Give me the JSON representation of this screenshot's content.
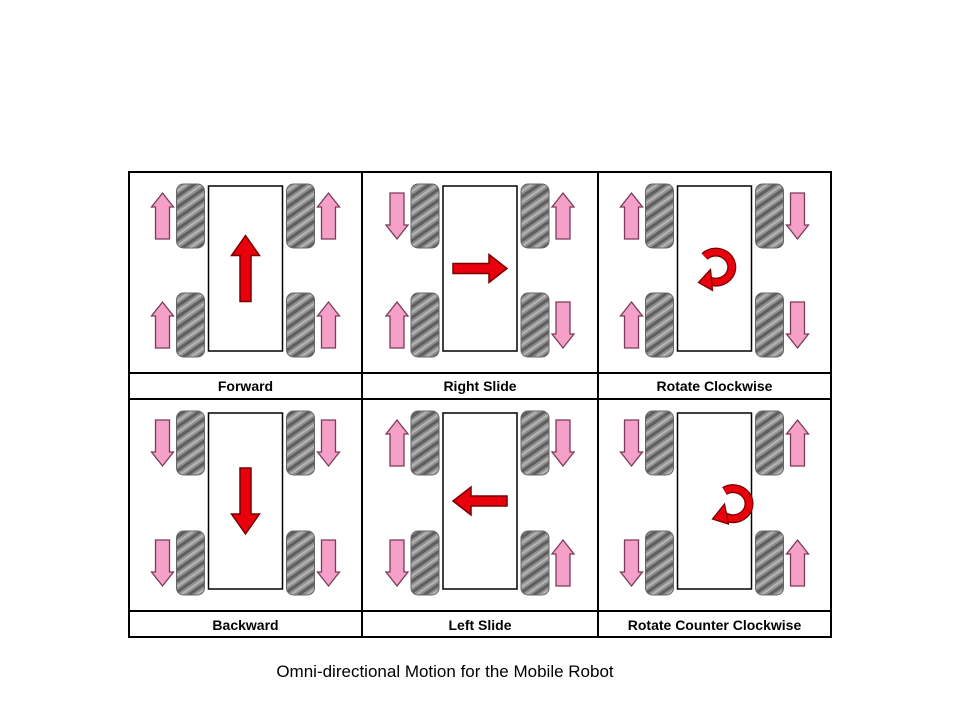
{
  "panels": [
    {
      "label": "Forward",
      "wheels": [
        "up",
        "up",
        "up",
        "up"
      ],
      "body_motion": "forward"
    },
    {
      "label": "Right Slide",
      "wheels": [
        "down",
        "up",
        "up",
        "down"
      ],
      "body_motion": "right"
    },
    {
      "label": "Rotate Clockwise",
      "wheels": [
        "up",
        "down",
        "up",
        "down"
      ],
      "body_motion": "rotate-clockwise"
    },
    {
      "label": "Backward",
      "wheels": [
        "down",
        "down",
        "down",
        "down"
      ],
      "body_motion": "backward"
    },
    {
      "label": "Left Slide",
      "wheels": [
        "up",
        "down",
        "down",
        "up"
      ],
      "body_motion": "left"
    },
    {
      "label": "Rotate Counter Clockwise",
      "wheels": [
        "down",
        "up",
        "down",
        "up"
      ],
      "body_motion": "rotate-counter-clockwise"
    }
  ],
  "caption": "Omni-directional Motion for the Mobile Robot",
  "colors": {
    "wheel_arrow": "#f4a0c8",
    "motion_arrow": "#e8000c",
    "wheel": "#8a8a8a"
  }
}
